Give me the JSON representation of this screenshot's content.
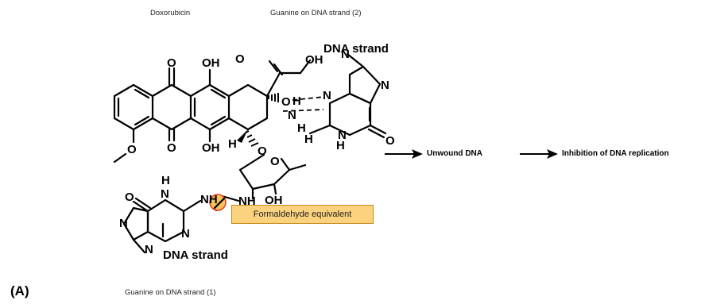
{
  "labels": {
    "doxorubicin": "Doxorubicin",
    "guanine_strand_2": "Guanine on DNA strand (2)",
    "guanine_strand_1": "Guanine on DNA strand (1)",
    "panel": "(A)",
    "formaldehyde": "Formaldehyde equivalent",
    "unwound_dna": "Unwound DNA",
    "inhibition": "Inhibition of DNA replication",
    "dna_strand_top": "DNA strand",
    "dna_strand_bottom": "DNA strand"
  },
  "atoms": {
    "O": "O",
    "OH": "OH",
    "H": "H",
    "N": "N",
    "NH": "NH",
    "NH2_H": "H",
    "NH2_N": "N"
  },
  "colors": {
    "highlight_fill": "#fbd27e",
    "highlight_stroke": "#c98a1f",
    "circle_fill": "#f9c25c",
    "circle_stroke": "#e04020"
  }
}
